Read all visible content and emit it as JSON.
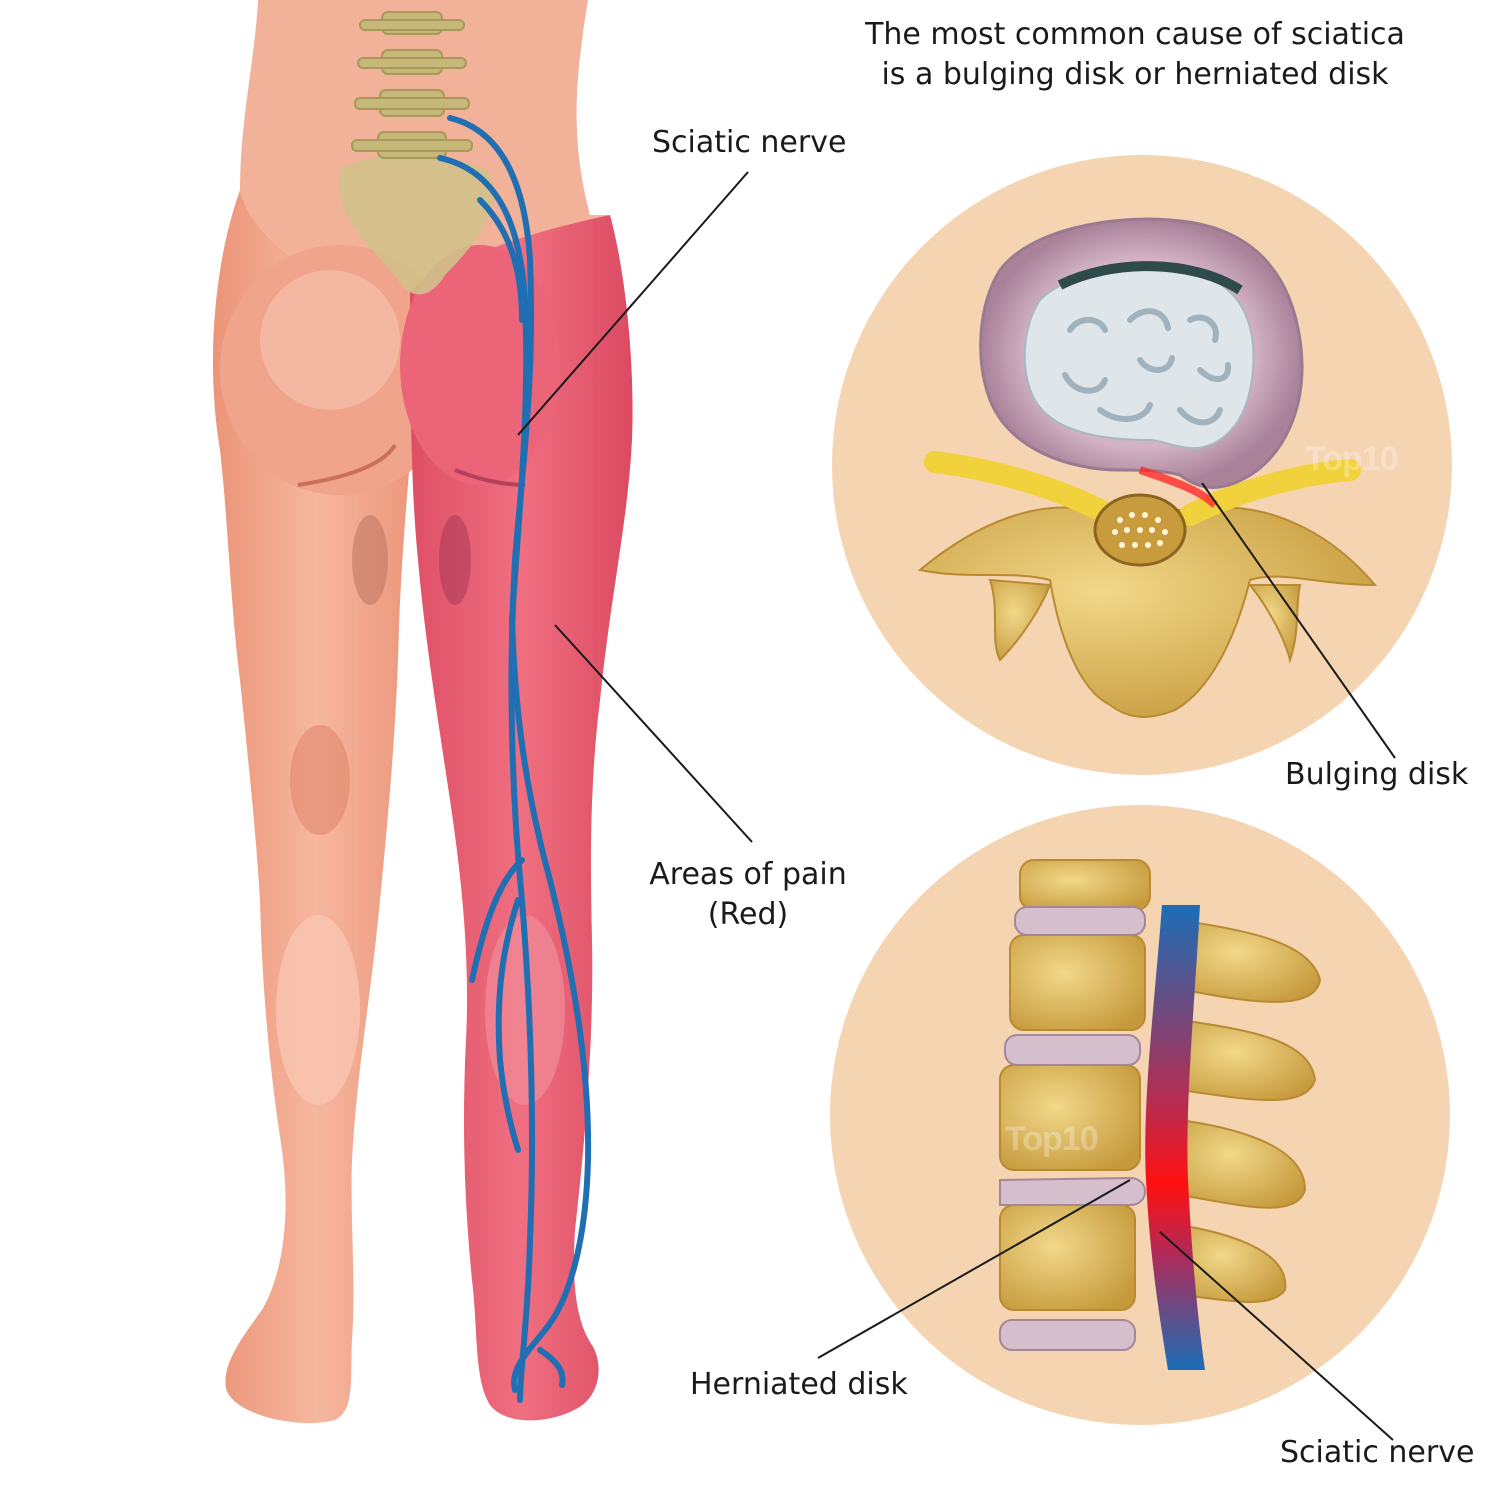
{
  "title_lines": [
    "The most common cause of sciatica",
    "is a bulging disk or herniated disk"
  ],
  "labels": {
    "sciatic_nerve_top": "Sciatic nerve",
    "areas_of_pain_line1": "Areas of pain",
    "areas_of_pain_line2": "(Red)",
    "bulging_disk": "Bulging disk",
    "herniated_disk": "Herniated disk",
    "sciatic_nerve_bottom": "Sciatic nerve"
  },
  "watermarks": [
    "Top10",
    "Top10"
  ],
  "colors": {
    "skin": "#f0a48c",
    "pain": "#e65a6e",
    "nerve": "#1f6fb2",
    "bone": "#d9b85a",
    "inset_bg": "#f5d4b2",
    "disk": "#c8a5b8",
    "nucleus": "#dfe6ea",
    "inflamed": "#ff1a1a"
  }
}
